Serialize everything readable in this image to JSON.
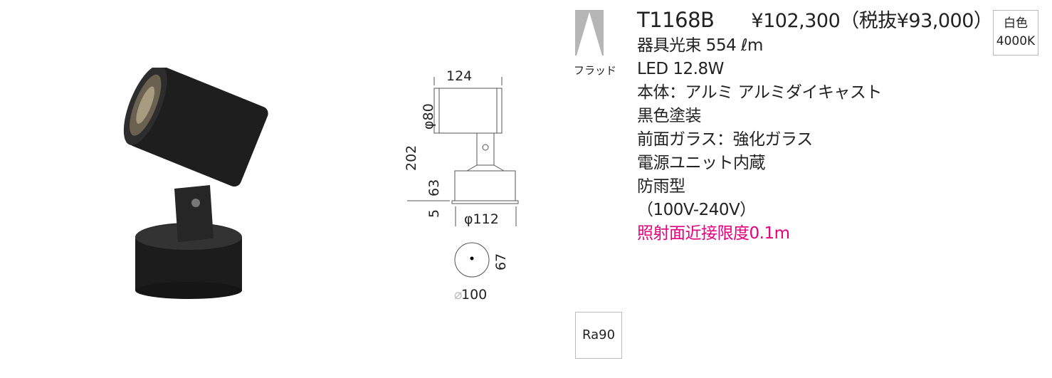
{
  "product": {
    "model": "T1168B",
    "price": "¥102,300（税抜¥93,000）",
    "specs": [
      "器具光束 554 ℓm",
      "LED 12.8W",
      "本体：アルミ アルミダイキャスト",
      "黒色塗装",
      "前面ガラス：強化ガラス",
      "電源ユニット内蔵",
      "防雨型",
      "（100V-240V）"
    ],
    "note": "照射面近接限度0.1m",
    "beam_label": "フラッド",
    "color_badge": {
      "line1": "白色",
      "line2": "4000K"
    },
    "cri_badge": "Ra90",
    "accent_color": "#e4007f"
  },
  "dimensions": {
    "width": "124",
    "head_dia": "φ80",
    "height": "202",
    "base_height": "63",
    "flange": "5",
    "base_dia": "φ112",
    "hole_pitch": "67",
    "mount_dia": "100"
  }
}
